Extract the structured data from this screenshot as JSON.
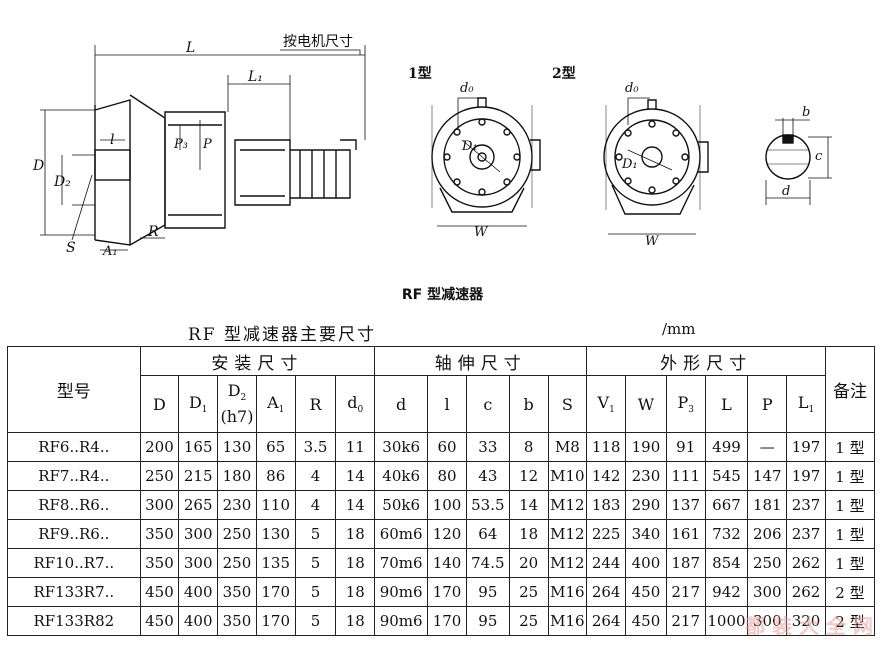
{
  "drawing": {
    "labels": {
      "L": "L",
      "motor_note": "按电机尺寸",
      "L1": "L₁",
      "D": "D",
      "D2": "D₂",
      "l": "l",
      "P3": "P₃",
      "P": "P",
      "S": "S",
      "R": "R",
      "A1": "A₁",
      "type1": "1型",
      "type2": "2型",
      "d0_a": "d₀",
      "d0_b": "d₀",
      "D1_a": "D₁",
      "D1_b": "D₁",
      "W_a": "W",
      "W_b": "W",
      "b": "b",
      "c": "c",
      "d": "d"
    },
    "caption": "RF 型减速器"
  },
  "table": {
    "title": "RF 型减速器主要尺寸",
    "unit": "/mm",
    "col_model": "型号",
    "group_install": "安装尺寸",
    "group_shaft": "轴伸尺寸",
    "group_outline": "外形尺寸",
    "col_remark": "备注",
    "columns": {
      "D": "D",
      "D1": "D",
      "D1_sub": "1",
      "D2": "D",
      "D2_sub": "2",
      "D2_tol": "(h7)",
      "A1": "A",
      "A1_sub": "1",
      "R": "R",
      "d0": "d",
      "d0_sub": "0",
      "d": "d",
      "l": "l",
      "c": "c",
      "b": "b",
      "S": "S",
      "V1": "V",
      "V1_sub": "1",
      "W": "W",
      "P3": "P",
      "P3_sub": "3",
      "L": "L",
      "P": "P",
      "L1": "L",
      "L1_sub": "1"
    },
    "rows": [
      [
        "RF6..R4..",
        "200",
        "165",
        "130",
        "65",
        "3.5",
        "11",
        "30k6",
        "60",
        "33",
        "8",
        "M8",
        "118",
        "190",
        "91",
        "499",
        "—",
        "197",
        "1 型"
      ],
      [
        "RF7..R4..",
        "250",
        "215",
        "180",
        "86",
        "4",
        "14",
        "40k6",
        "80",
        "43",
        "12",
        "M10",
        "142",
        "230",
        "111",
        "545",
        "147",
        "197",
        "1 型"
      ],
      [
        "RF8..R6..",
        "300",
        "265",
        "230",
        "110",
        "4",
        "14",
        "50k6",
        "100",
        "53.5",
        "14",
        "M12",
        "183",
        "290",
        "137",
        "667",
        "181",
        "237",
        "1 型"
      ],
      [
        "RF9..R6..",
        "350",
        "300",
        "250",
        "130",
        "5",
        "18",
        "60m6",
        "120",
        "64",
        "18",
        "M12",
        "225",
        "340",
        "161",
        "732",
        "206",
        "237",
        "1 型"
      ],
      [
        "RF10..R7..",
        "350",
        "300",
        "250",
        "135",
        "5",
        "18",
        "70m6",
        "140",
        "74.5",
        "20",
        "M12",
        "244",
        "400",
        "187",
        "854",
        "250",
        "262",
        "1 型"
      ],
      [
        "RF133R7..",
        "450",
        "400",
        "350",
        "170",
        "5",
        "18",
        "90m6",
        "170",
        "95",
        "25",
        "M16",
        "264",
        "450",
        "217",
        "942",
        "300",
        "262",
        "2 型"
      ],
      [
        "RF133R82",
        "450",
        "400",
        "350",
        "170",
        "5",
        "18",
        "90m6",
        "170",
        "95",
        "25",
        "M16",
        "264",
        "450",
        "217",
        "1000",
        "300",
        "320",
        "2 型"
      ]
    ]
  },
  "watermark": "都 装 大 全 网"
}
